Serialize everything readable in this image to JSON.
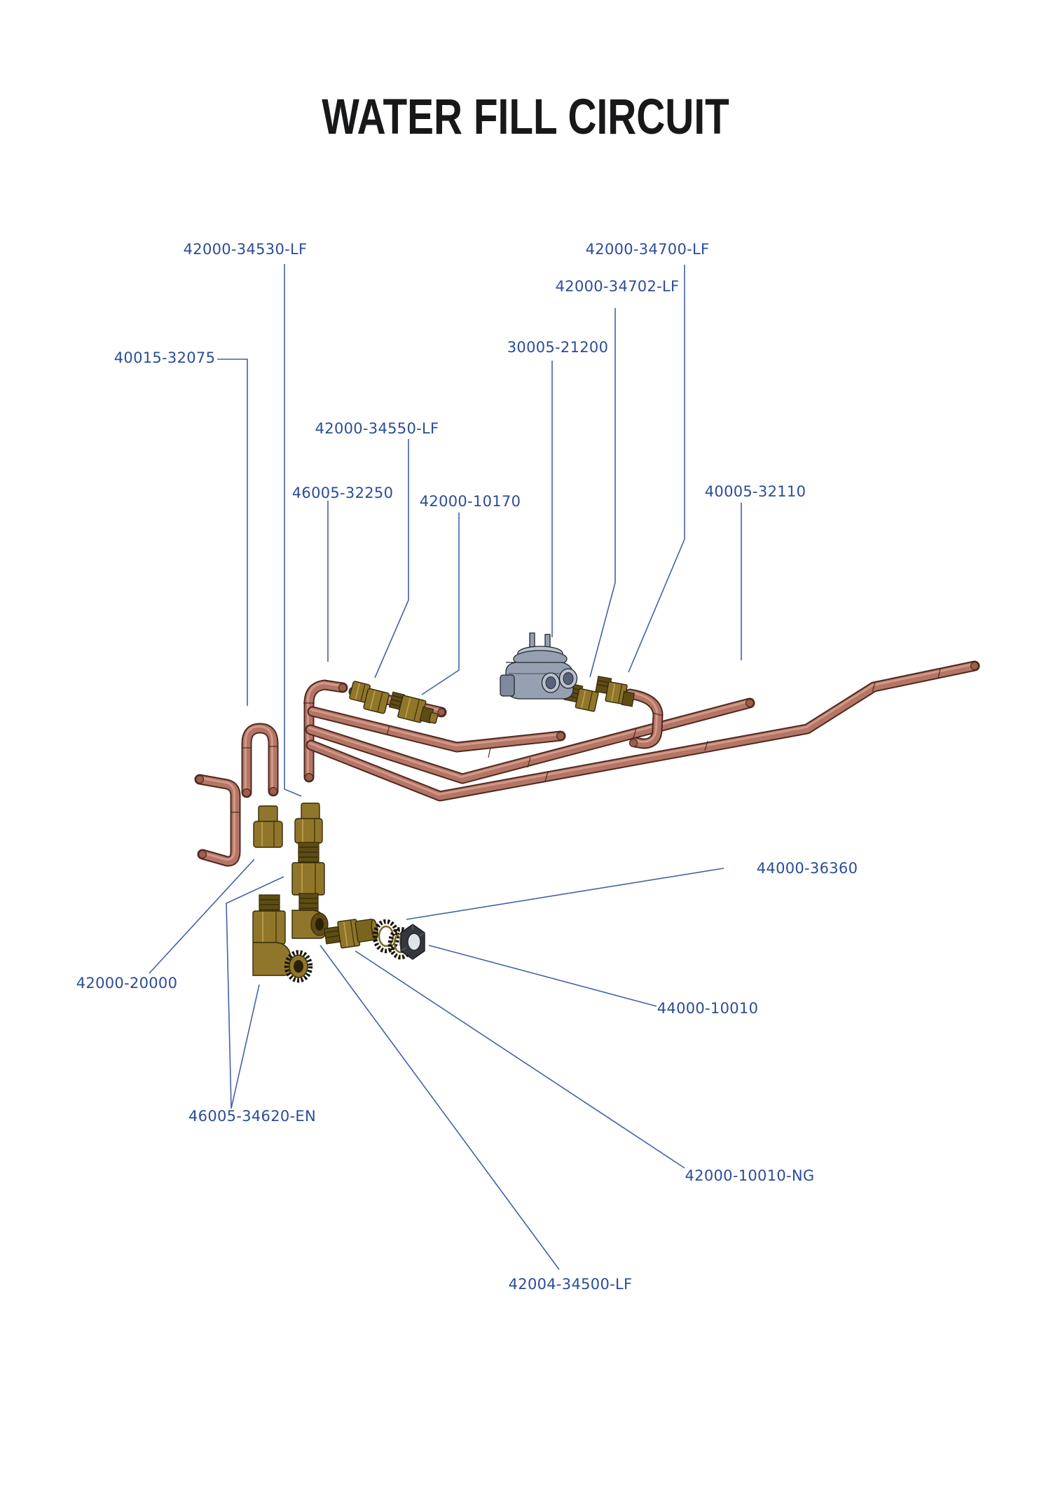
{
  "title": "WATER FILL CIRCUIT",
  "diagram": {
    "labels": [
      {
        "text": "42000-34530-LF"
      },
      {
        "text": "42000-34700-LF"
      },
      {
        "text": "42000-34702-LF"
      },
      {
        "text": "40015-32075"
      },
      {
        "text": "30005-21200"
      },
      {
        "text": "42000-34550-LF"
      },
      {
        "text": "46005-32250"
      },
      {
        "text": "42000-10170"
      },
      {
        "text": "40005-32110"
      },
      {
        "text": "44000-36360"
      },
      {
        "text": "42000-20000"
      },
      {
        "text": "44000-10010"
      },
      {
        "text": "46005-34620-EN"
      },
      {
        "text": "42000-10010-NG"
      },
      {
        "text": "42004-34500-LF"
      }
    ],
    "colors": {
      "label_text": "#2b4c9a",
      "leader_line": "#4361a9",
      "title_text": "#17181a",
      "copper_pipe": "#b57566",
      "copper_outline": "#4e2a20",
      "brass_fitting": "#90762a",
      "brass_thread": "#5e4c15",
      "valve_gray": "#96a0b2",
      "washer_dark": "#191509",
      "background": "#ffffff"
    }
  }
}
